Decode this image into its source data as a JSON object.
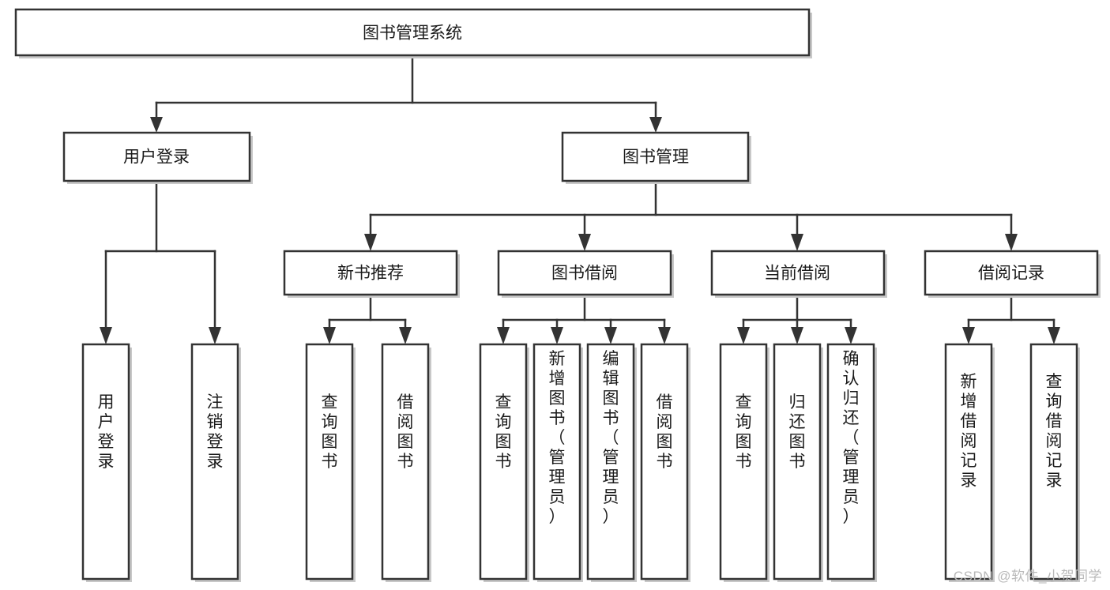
{
  "diagram": {
    "type": "tree-hierarchy-flowchart",
    "title": "图书管理系统",
    "watermark": "CSDN @软件_小贺同学",
    "colors": {
      "background": "#ffffff",
      "box_fill": "#ffffff",
      "box_stroke": "#333333",
      "shadow": "#c8c8c8",
      "text": "#1a1a1a",
      "watermark_text": "#b9b9b9"
    },
    "levels": {
      "root": {
        "label": "图书管理系统"
      },
      "level2": [
        {
          "label": "用户登录"
        },
        {
          "label": "图书管理"
        }
      ],
      "level3": [
        {
          "label": "新书推荐"
        },
        {
          "label": "图书借阅"
        },
        {
          "label": "当前借阅"
        },
        {
          "label": "借阅记录"
        }
      ],
      "leaves": {
        "user_login": [
          {
            "label": "用户登录"
          },
          {
            "label": "注销登录"
          }
        ],
        "new_book_recommend": [
          {
            "label": "查询图书"
          },
          {
            "label": "借阅图书"
          }
        ],
        "book_borrow": [
          {
            "label": "查询图书"
          },
          {
            "label": "新增图书（管理员）"
          },
          {
            "label": "编辑图书（管理员）"
          },
          {
            "label": "借阅图书"
          }
        ],
        "current_borrow": [
          {
            "label": "查询图书"
          },
          {
            "label": "归还图书"
          },
          {
            "label": "确认归还（管理员）"
          }
        ],
        "borrow_record": [
          {
            "label": "新增借阅记录"
          },
          {
            "label": "查询借阅记录"
          }
        ]
      }
    }
  }
}
